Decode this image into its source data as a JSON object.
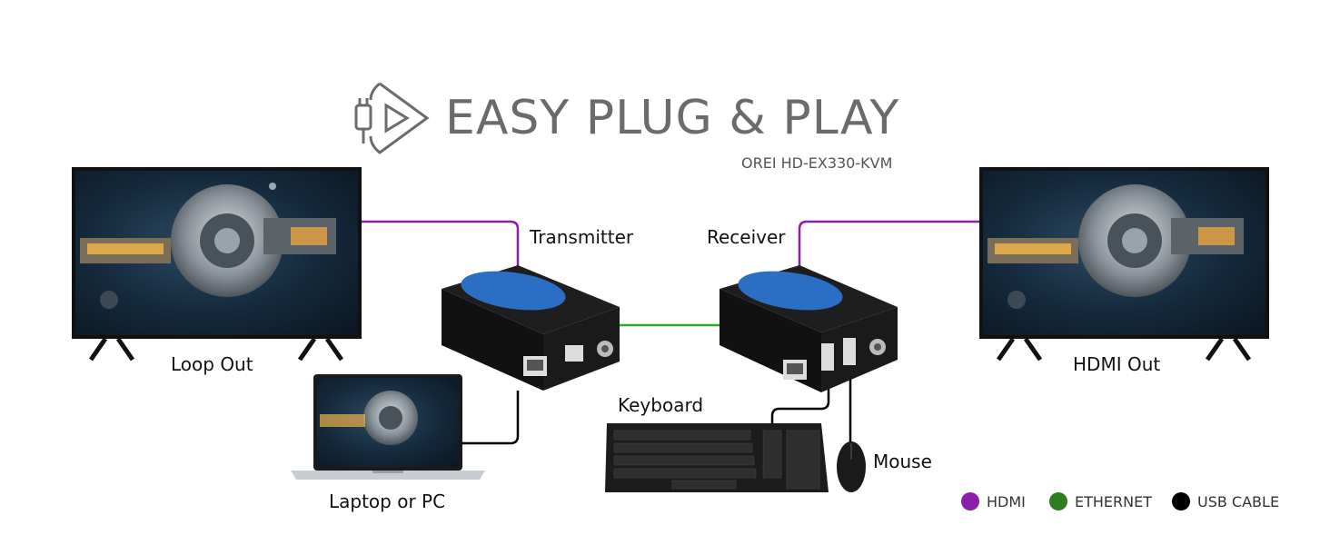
{
  "title": "EASY PLUG & PLAY",
  "model": "OREI HD-EX330-KVM",
  "labels": {
    "transmitter": "Transmitter",
    "receiver": "Receiver",
    "loop_out": "Loop Out",
    "hdmi_out": "HDMI Out",
    "laptop": "Laptop or PC",
    "keyboard": "Keyboard",
    "mouse": "Mouse"
  },
  "legend": [
    {
      "label": "HDMI",
      "color": "#8b1fa9"
    },
    {
      "label": "ETHERNET",
      "color": "#2e7d1e"
    },
    {
      "label": "USB CABLE",
      "color": "#000000"
    }
  ],
  "colors": {
    "hdmi": "#8b1fa9",
    "ethernet": "#2ea828",
    "usb": "#000000",
    "device_blue": "#2a6fc4"
  }
}
